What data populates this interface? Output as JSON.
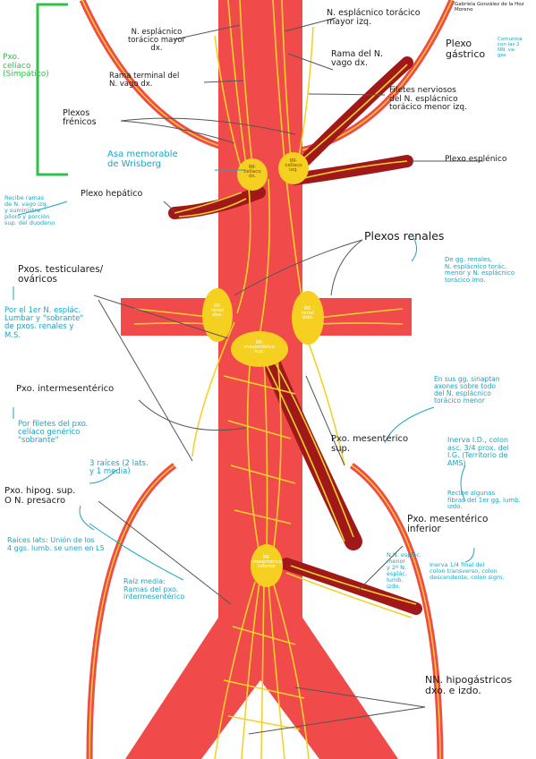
{
  "author": "Gabriela González de la Hoz Moreno",
  "colors": {
    "aorta": "#f04a4a",
    "vessel_dark": "#a01818",
    "nerve": "#f2d22a",
    "ganglion": "#f5d020",
    "label_black": "#1a1a1a",
    "label_blue": "#1aa6c2",
    "bracket_green": "#2fc24a"
  },
  "bracket": {
    "label": "Pxo. celíaco\n(Simpático)"
  },
  "labels": {
    "n_esplacnico_mayor_dx": "N. esplácnico\ntorácico mayor\ndx.",
    "rama_terminal_vago": "Rama terminal del\nN. vago dx.",
    "plexos_frenicos": "Plexos\nfrénicos",
    "asa_wrisberg": "Asa memorable\nde Wrisberg",
    "plexo_hepatico": "Plexo hepático",
    "hepatico_note": "Recibe ramas\nde N. vago izq.\ny suministra\npíloro y porción\nsup. del duodeno",
    "n_esplacnico_mayor_izq": "N. esplácnico torácico\nmayor izq.",
    "rama_vago_dx": "Rama del N.\nvago dx.",
    "plexo_gastrico": "Plexo\ngástrico",
    "gastrico_note": "Comunica\ncon las 2\nNN. va-\ngas",
    "filetes_nerviosos": "Filetes nerviosos\ndel N. esplácnico\ntorácico menor izq.",
    "plexo_esplenico": "Plexo esplénico",
    "plexos_renales": "Plexos renales",
    "renales_note": "De gg. renales,\nN. esplácnico torác.\nmenor y N. esplácnico\ntorácico imo.",
    "pxos_testiculares": "Pxos. testiculares/\nováricos",
    "testiculares_note": "Por el 1er N. esplác.\nLumbar y \"sobrante\"\nde pxos. renales y\nM.S.",
    "pxo_intermesenterico": "Pxo. intermesentérico",
    "intermesenterico_note": "Por filetes del pxo.\ncelíaco genérico\n\"sobrante\"",
    "tres_raices": "3 raíces (2 lats.\ny 1 media)",
    "pxo_hipogastrico": "Pxo. hipog. sup.\nO N. presacro",
    "raices_laterales": "Raíces lats: Unión de los\n4 ggs. lumb. se unen en L5",
    "raiz_media": "Raíz media:\nRamas del pxo.\nintermesentérico",
    "sinapsis_note": "En sus gg. sinaptan\naxones sobre todo\ndel N. esplácnico\ntorácico menor",
    "pxo_mesenterico_sup": "Pxo. mesentérico\nsup.",
    "inerva_sup": "Inerva I.D., colon\nasc. 3/4 prox. del\nI.G. (Territorio de\nAMS)",
    "recibe_fibras": "Recibe algunas\nfibras del 1er gg. lumb.\nizdo.",
    "pxo_mesenterico_inf": "Pxo. mesentérico\ninferior",
    "nn_esplacnicos_lumbares": "N.N. esplác.\nmenor\ny 2º N.\nesplác.\nlumb.\nizdo.",
    "inerva_inf": "Inerva 1/4 final del\ncolon transverso, colon\ndescendente, colon sigm.",
    "nn_hipogastricos": "NN. hipogástricos\ndxo. e izdo."
  },
  "ganglia": {
    "celiaco_dx": "gg.\ncelíaco\ndx.",
    "celiaco_izq": "gg.\ncelíaco\nizq.",
    "renal_dx": "gg.\nrenal\ndxo.",
    "renal_izq": "gg.\nrenal\nizdo.",
    "mesenterico_sup": "gg.\nmesentérico\nsup.",
    "mesenterico_inf": "gg.\nmesentérico\ninferior"
  }
}
